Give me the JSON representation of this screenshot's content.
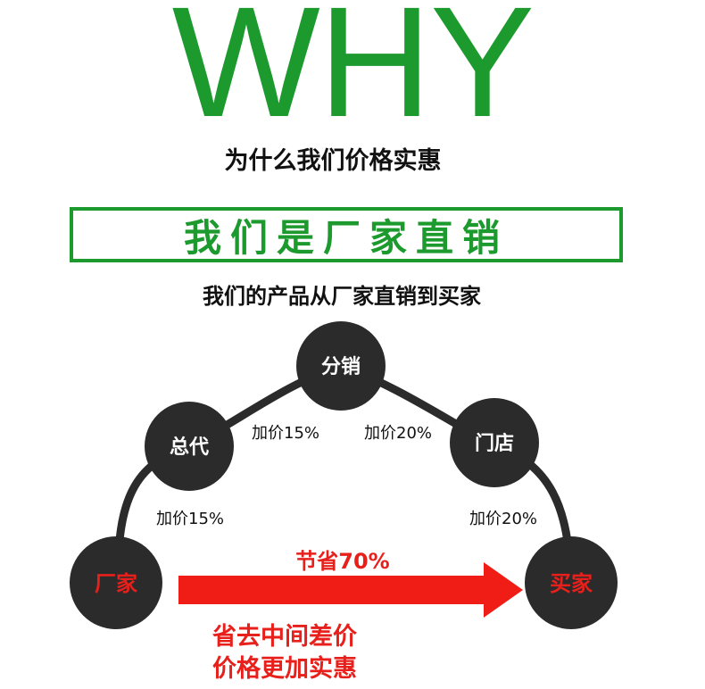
{
  "header": {
    "title": "WHY",
    "subtitle": "为什么我们价格实惠"
  },
  "banner": {
    "text": "我们是厂家直销"
  },
  "description": "我们的产品从厂家直销到买家",
  "diagram": {
    "nodes": {
      "factory": "厂家",
      "agent": "总代",
      "distribution": "分销",
      "store": "门店",
      "buyer": "买家"
    },
    "markups": {
      "factory_to_agent": "加价15%",
      "agent_to_distribution": "加价15%",
      "distribution_to_store": "加价20%",
      "store_to_buyer": "加价20%"
    },
    "saving": "节省70%"
  },
  "footer": {
    "line1": "省去中间差价",
    "line2": "价格更加实惠"
  },
  "colors": {
    "green": "#1d9a2e",
    "red": "#e8201c",
    "node_fill": "#2b2b2b"
  }
}
